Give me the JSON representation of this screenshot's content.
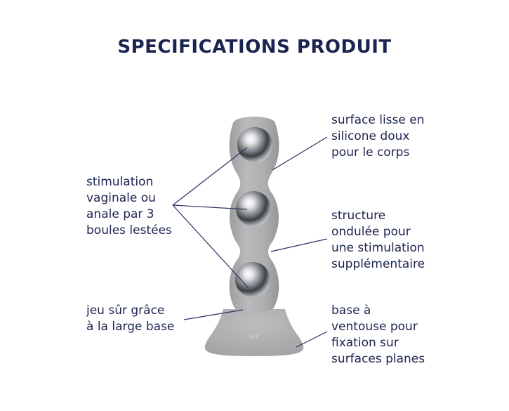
{
  "title": "SPECIFICATIONS PRODUIT",
  "logo_text": "S/F",
  "colors": {
    "text": "#1b2450",
    "product": "#a9aaab",
    "product_shadow": "#8d8e90",
    "leader_line": "#2a3163"
  },
  "features": [
    {
      "id": "smooth-surface",
      "lines": [
        "surface lisse en",
        "silicone doux",
        "pour le corps"
      ]
    },
    {
      "id": "weighted-balls",
      "lines": [
        "stimulation",
        "vaginale ou",
        "anale par 3",
        "boules lestées"
      ]
    },
    {
      "id": "wavy-structure",
      "lines": [
        "structure",
        "ondulée pour",
        "une stimulation",
        "supplémentaire"
      ]
    },
    {
      "id": "large-base",
      "lines": [
        "jeu sûr grâce",
        "à la large base"
      ]
    },
    {
      "id": "suction-base",
      "lines": [
        "base à",
        "ventouse pour",
        "fixation sur",
        "surfaces planes"
      ]
    }
  ]
}
